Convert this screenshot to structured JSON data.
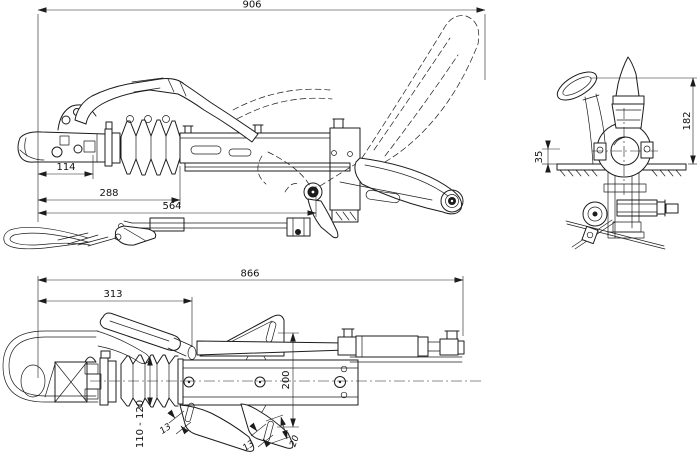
{
  "colors": {
    "ink": "#1c1c1c",
    "paper": "#ffffff"
  },
  "views": {
    "side": {
      "dims": {
        "overall": "906",
        "head": "114",
        "bellows": "288",
        "tube": "564"
      }
    },
    "front": {
      "dims": {
        "height": "182",
        "flange": "35"
      }
    },
    "top": {
      "dims": {
        "overall": "866",
        "pivot": "313",
        "span": "200",
        "width": "110 - 120",
        "slot_a": "13",
        "slot_b": "13",
        "slot_len": "20"
      }
    }
  }
}
